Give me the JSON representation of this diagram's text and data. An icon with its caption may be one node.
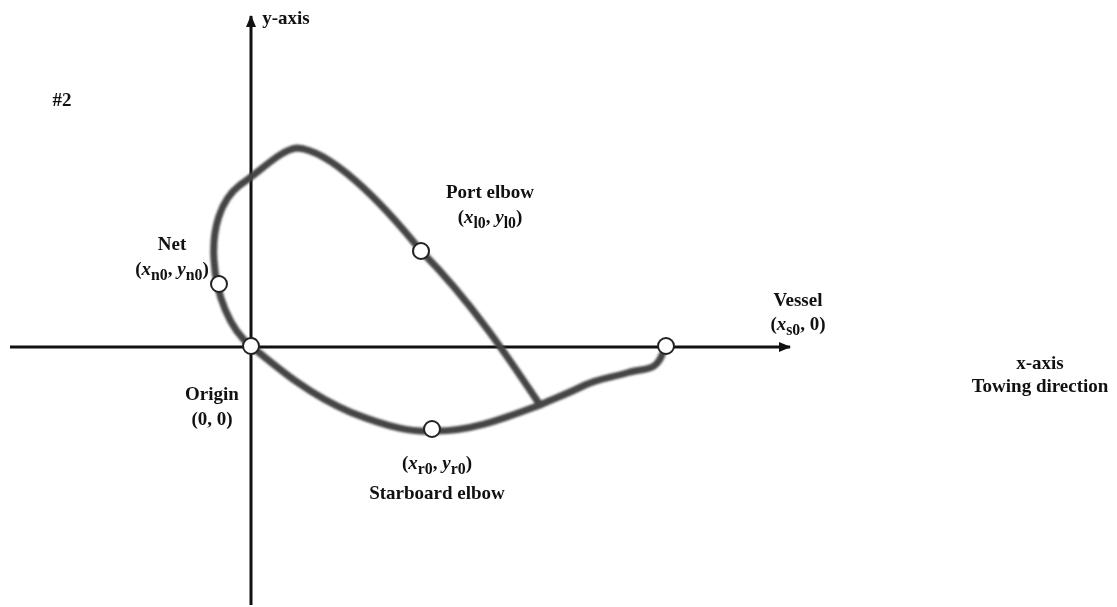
{
  "diagram": {
    "nodes": [
      {
        "text": [],
        "shape": "circle",
        "beside": [
          "Net",
          "(*x*$_{n0}$, *y*$_{n0}$)"
        ]
      },
      {
        "text": [],
        "shape": "circle",
        "beside": [
          "Port elbow",
          "(*x*$_{l0}$, *y*$_{l0}$)"
        ]
      },
      {
        "text": [],
        "shape": "circle",
        "beside": [
          "Vessel",
          "(*x*$_{s0}$, 0)"
        ]
      },
      {
        "text": [],
        "shape": "circle",
        "beside": [
          "Origin",
          "(0, 0)"
        ]
      },
      {
        "text": [],
        "shape": "circle",
        "beside": [
          "(*x*$_{r0}$, *y*$_{r0}$)",
          "Starboard elbow"
        ]
      }
    ],
    "edges": [],
    "labels": [
      "y-axis",
      "#2",
      "x-axis",
      "Towing direction"
    ]
  }
}
